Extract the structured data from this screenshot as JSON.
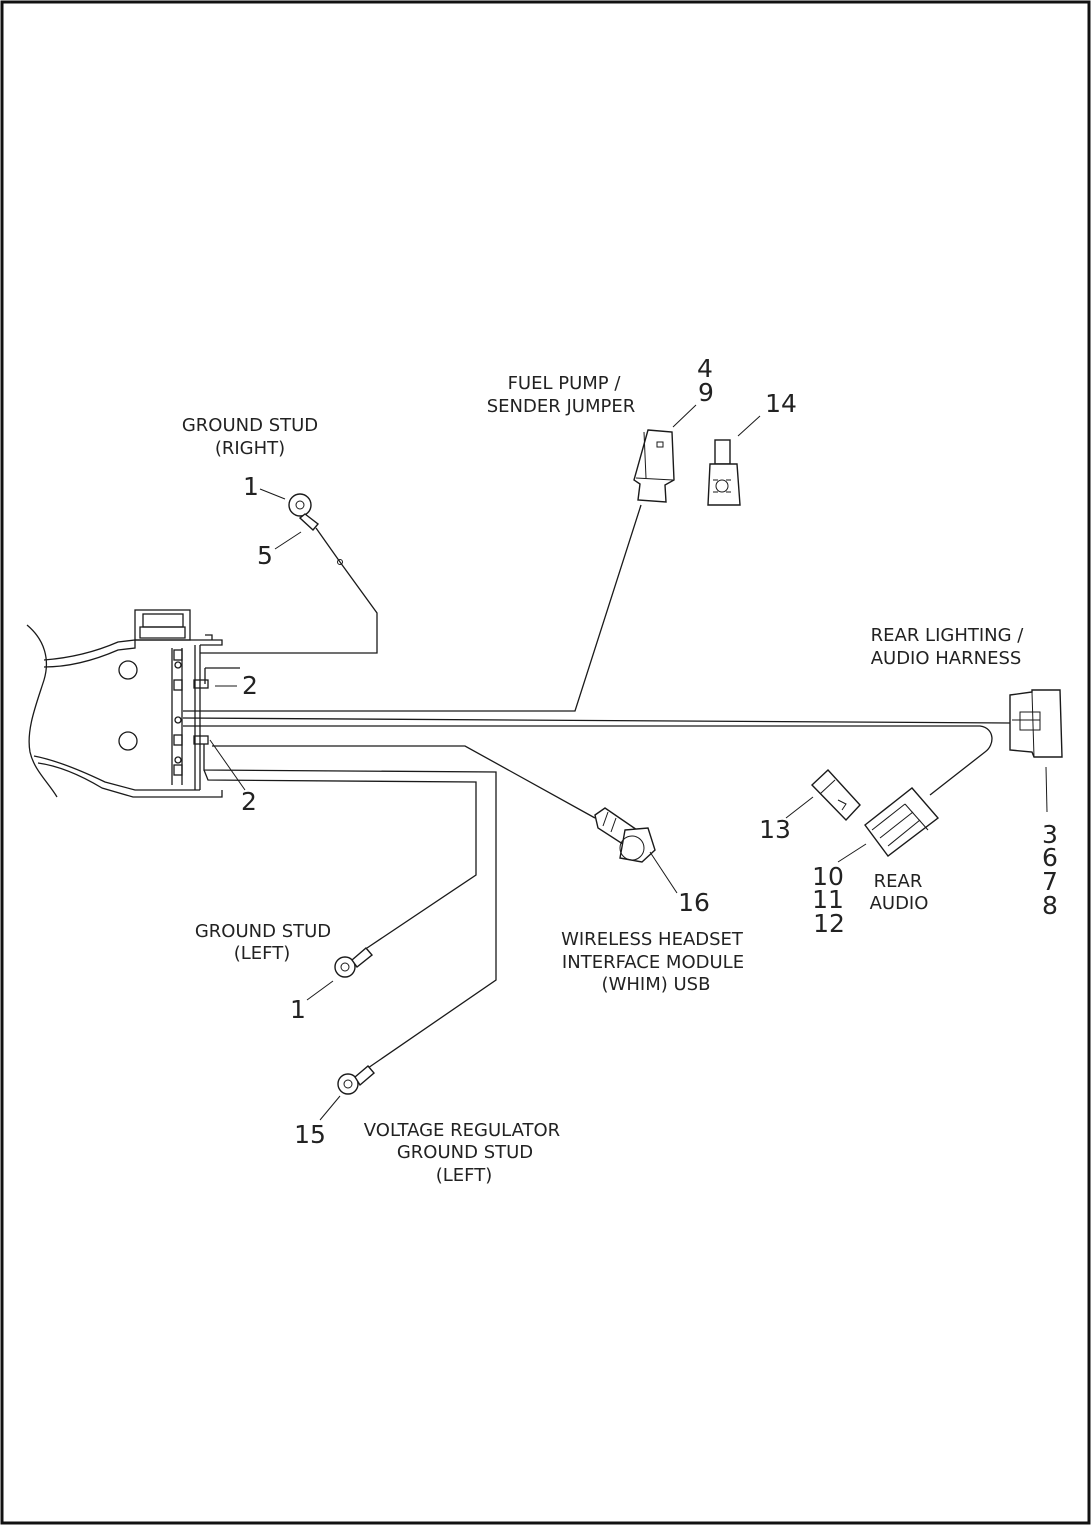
{
  "labels": {
    "ground_stud_right": [
      "GROUND STUD",
      "(RIGHT)"
    ],
    "fuel_pump": [
      "FUEL PUMP /",
      "SENDER JUMPER"
    ],
    "rear_lighting": [
      "REAR LIGHTING /",
      "AUDIO HARNESS"
    ],
    "rear_audio": [
      "REAR",
      "AUDIO"
    ],
    "whim": [
      "WIRELESS HEADSET",
      "INTERFACE MODULE",
      "(WHIM) USB"
    ],
    "ground_stud_left": [
      "GROUND STUD",
      "(LEFT)"
    ],
    "voltage_regulator": [
      "VOLTAGE REGULATOR",
      "GROUND STUD",
      "(LEFT)"
    ]
  },
  "callouts": {
    "n1_right": "1",
    "n5": "5",
    "n2_top": "2",
    "n2_bottom": "2",
    "n4": "4",
    "n9": "9",
    "n14": "14",
    "n3": "3",
    "n6": "6",
    "n7": "7",
    "n8": "8",
    "n13": "13",
    "n10": "10",
    "n11": "11",
    "n12": "12",
    "n16": "16",
    "n1_left": "1",
    "n15": "15"
  }
}
